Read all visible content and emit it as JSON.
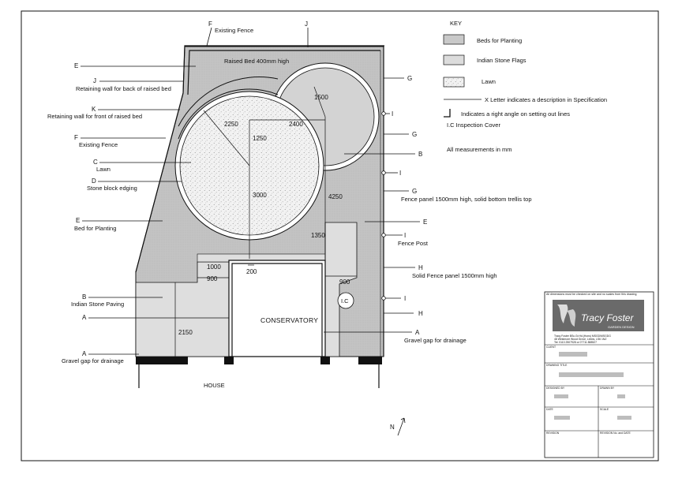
{
  "labels_left": {
    "e1_letter": "E",
    "j_letter": "J",
    "j_text": "Retaining wall for back of raised bed",
    "k_letter": "K",
    "k_text": "Retaining wall for front of raised bed",
    "f_letter": "F",
    "f_text": "Existing Fence",
    "c_letter": "C",
    "c_text": "Lawn",
    "d_letter": "D",
    "d_text": "Stone block edging",
    "e2_letter": "E",
    "e2_text": "Bed for Planting",
    "b_letter": "B",
    "b_text": "Indian Stone Paving",
    "a1_letter": "A",
    "a2_letter": "A",
    "a2_text": "Gravel gap for drainage"
  },
  "labels_top": {
    "f_letter": "F",
    "f_text": "Existing Fence",
    "j_letter": "J"
  },
  "labels_right": {
    "g1": "G",
    "i1": "I",
    "g2": "G",
    "b": "B",
    "i2": "I",
    "g3_letter": "G",
    "g3_text": "Fence panel 1500mm high, solid bottom trellis top",
    "e": "E",
    "i3_letter": "I",
    "i3_text": "Fence Post",
    "h1_letter": "H",
    "h1_text": "Solid Fence panel 1500mm high",
    "i4": "I",
    "h2": "H",
    "a_letter": "A",
    "a_text": "Gravel gap for drainage"
  },
  "plan": {
    "raised_bed": "Raised Bed 400mm high",
    "conservatory": "CONSERVATORY",
    "house": "HOUSE",
    "inspection_cover": "I.C",
    "north": "N"
  },
  "dimensions": {
    "d2250": "2250",
    "d1500": "1500",
    "d2400": "2400",
    "d1250": "1250",
    "d3000": "3000",
    "d4250": "4250",
    "d1350": "1350",
    "d1000": "1000",
    "d900a": "900",
    "d200": "200",
    "d900b": "900",
    "d2150": "2150"
  },
  "key": {
    "title": "KEY",
    "items": [
      "Beds for Planting",
      "Indian Stone Flags",
      "Lawn",
      "X  Letter indicates a description in Specification",
      "Indicates a right angle on setting out lines",
      "I.C   Inspection Cover"
    ],
    "note": "All measurements in mm",
    "swatch_colors": [
      "#c9c9c9",
      "#dcdcdc",
      "#ededed"
    ]
  },
  "title_block": {
    "brand": "Tracy Foster",
    "brand_sub": "GARDEN DESIGN",
    "contact": "Tracy Foster BSc.Gr.Hd.(Hons) MSGD/MSGDG",
    "address": "48 Westmore Wood Grove, Leeds, LS6 1NZ",
    "phone": "Tel: 0113 2507928 or 07711 888527",
    "client_label": "CLIENT",
    "drawing_label": "DRAWING TITLE",
    "drawn_label": "DESIGNED BY",
    "checked_label": "DRAWN BY",
    "date_label": "DATE",
    "scale_label": "SCALE",
    "revision_label": "REVISION",
    "revision_date_label": "REVISION No. and DATE",
    "disclaimer": "All dimensions must be checked on site and no scales from this drawing"
  }
}
